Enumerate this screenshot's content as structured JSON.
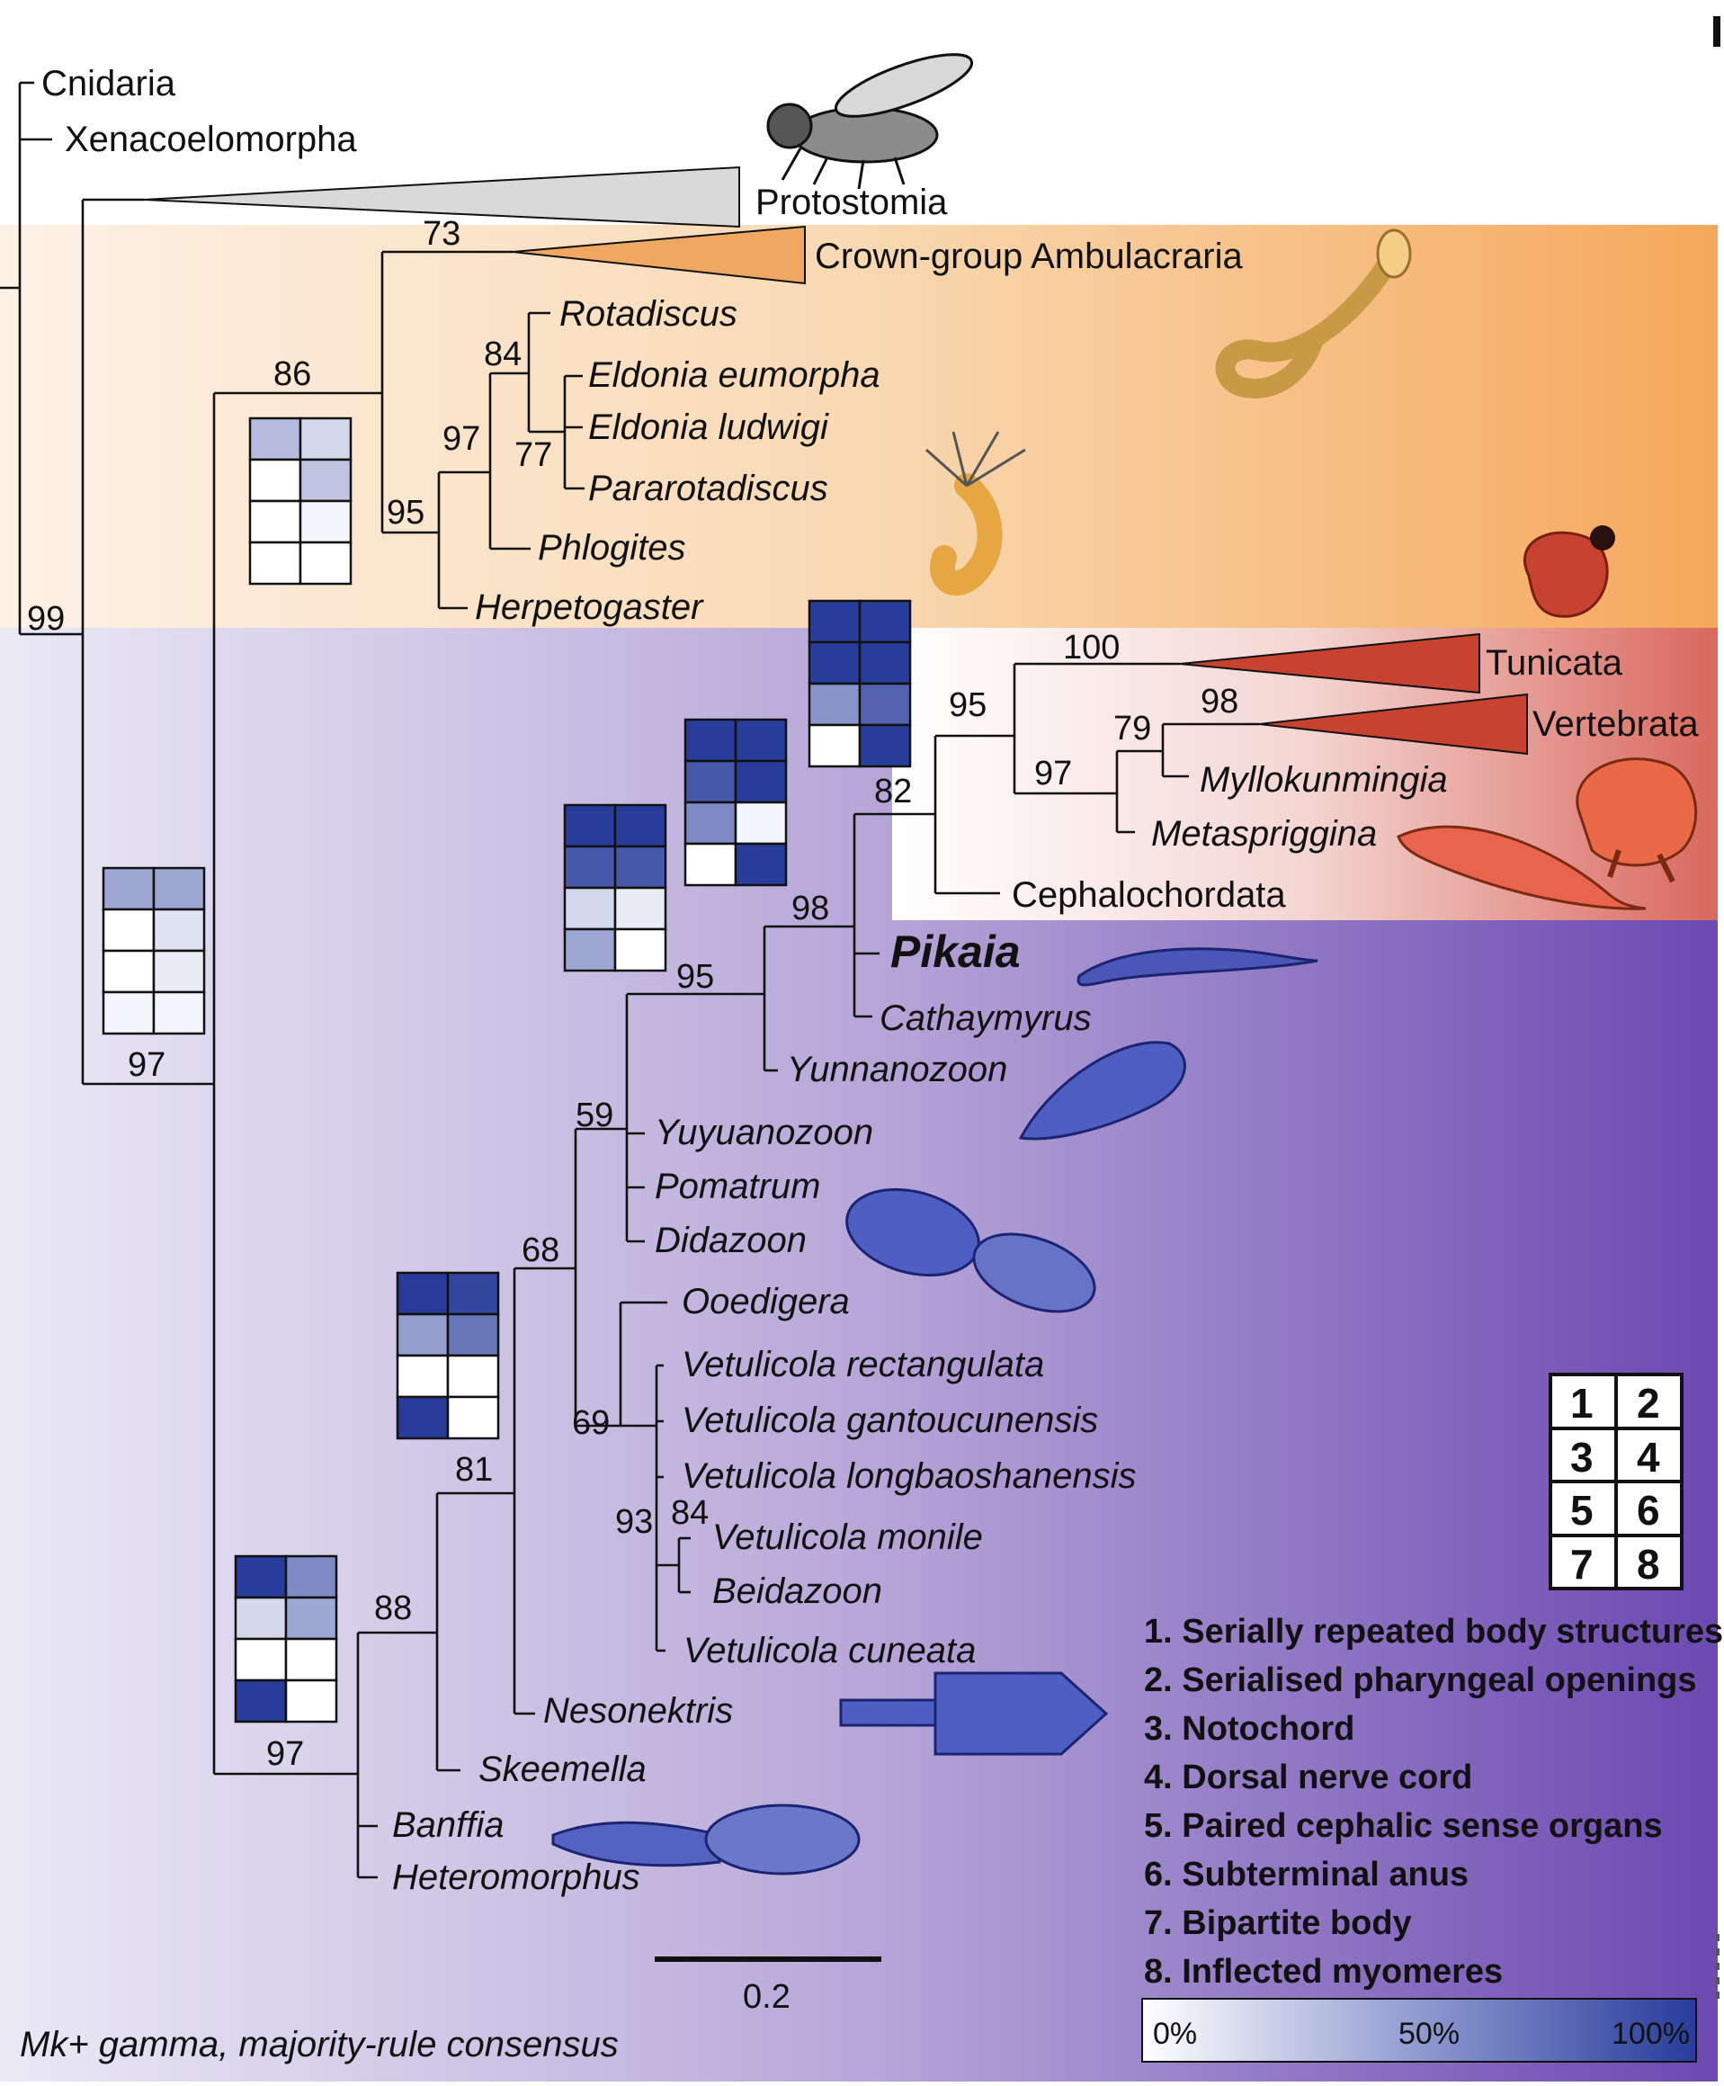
{
  "taxa": {
    "cnidaria": "Cnidaria",
    "xenacoelomorpha": "Xenacoelomorpha",
    "protostomia": "Protostomia",
    "ambulacraria": "Crown-group Ambulacraria",
    "rotadiscus": "Rotadiscus",
    "eldonia_eumorpha": "Eldonia eumorpha",
    "eldonia_ludwigi": "Eldonia ludwigi",
    "pararotadiscus": "Pararotadiscus",
    "phlogites": "Phlogites",
    "herpetogaster": "Herpetogaster",
    "tunicata": "Tunicata",
    "vertebrata": "Vertebrata",
    "myllokunmingia": "Myllokunmingia",
    "metaspriggina": "Metaspriggina",
    "cephalochordata": "Cephalochordata",
    "pikaia": "Pikaia",
    "cathaymyrus": "Cathaymyrus",
    "yunnanozoon": "Yunnanozoon",
    "yuyuanozoon": "Yuyuanozoon",
    "pomatrum": "Pomatrum",
    "didazoon": "Didazoon",
    "ooedigera": "Ooedigera",
    "v_rectangulata": "Vetulicola rectangulata",
    "v_gantoucunensis": "Vetulicola gantoucunensis",
    "v_longbaoshanensis": "Vetulicola longbaoshanensis",
    "v_monile": "Vetulicola monile",
    "beidazoon": "Beidazoon",
    "v_cuneata": "Vetulicola cuneata",
    "nesonektris": "Nesonektris",
    "skeemella": "Skeemella",
    "banffia": "Banffia",
    "heteromorphus": "Heteromorphus"
  },
  "support": {
    "n99": "99",
    "n97_deut": "97",
    "n86": "86",
    "n73": "73",
    "n95_amb": "95",
    "n97_eld": "97",
    "n84_eld": "84",
    "n77": "77",
    "n100": "100",
    "n95_olf": "95",
    "n98_vert": "98",
    "n79": "79",
    "n97_vert": "97",
    "n82": "82",
    "n98_pik": "98",
    "n95_yun": "95",
    "n59": "59",
    "n68": "68",
    "n69": "69",
    "n93": "93",
    "n84_vet": "84",
    "n81": "81",
    "n88": "88",
    "n97_ban": "97"
  },
  "legend": {
    "grid_numbers": [
      "1",
      "2",
      "3",
      "4",
      "5",
      "6",
      "7",
      "8"
    ],
    "characters": [
      "1. Serially repeated body structures",
      "2. Serialised pharyngeal openings",
      "3. Notochord",
      "4. Dorsal nerve cord",
      "5. Paired cephalic sense organs",
      "6. Subterminal anus",
      "7. Bipartite body",
      "8. Inflected myomeres"
    ],
    "scale_min": "0%",
    "scale_mid": "50%",
    "scale_max": "100%"
  },
  "scale_bar": {
    "label": "0.2"
  },
  "method": "Mk+ gamma, majority-rule consensus",
  "colors": {
    "ambulacraria_band": "#f7c07f",
    "chordate_band": "#e87a5e",
    "vetulicolian_band": "#6f4fb0",
    "protostomia_wedge": "#d9d9d9",
    "ambulacraria_wedge": "#f0a860",
    "chordate_wedge": "#c0392b",
    "matrix_low": "#ffffff",
    "matrix_high": "#283c9b"
  },
  "character_matrices": [
    {
      "node": "86",
      "cells": [
        0.35,
        0.2,
        0.0,
        0.3,
        0.0,
        0.05,
        0.0,
        0.0
      ]
    },
    {
      "node": "97_deut",
      "cells": [
        0.45,
        0.45,
        0.0,
        0.15,
        0.0,
        0.1,
        0.05,
        0.05
      ]
    },
    {
      "node": "82",
      "cells": [
        1.0,
        1.0,
        1.0,
        1.0,
        0.55,
        0.8,
        0.0,
        1.0
      ]
    },
    {
      "node": "98_pik",
      "cells": [
        1.0,
        1.0,
        0.85,
        1.0,
        0.6,
        0.05,
        0.0,
        1.0
      ]
    },
    {
      "node": "95_yun",
      "cells": [
        1.0,
        1.0,
        0.85,
        0.85,
        0.2,
        0.1,
        0.45,
        0.0
      ]
    },
    {
      "node": "68",
      "cells": [
        1.0,
        0.95,
        0.5,
        0.7,
        0.0,
        0.0,
        1.0,
        0.0
      ]
    },
    {
      "node": "88",
      "cells": [
        1.0,
        0.6,
        0.2,
        0.45,
        0.0,
        0.0,
        1.0,
        0.0
      ]
    }
  ]
}
